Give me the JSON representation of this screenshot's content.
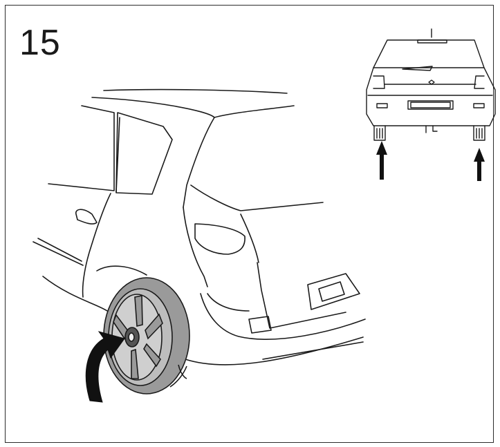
{
  "step": {
    "number": "15"
  },
  "illustration": {
    "main_view": "rear-three-quarter-car-rear-left-wheel",
    "inset_view": "rear-view-car-both-rear-wheels",
    "icons": [
      "curved-arrow-icon",
      "up-arrow-icon"
    ]
  }
}
